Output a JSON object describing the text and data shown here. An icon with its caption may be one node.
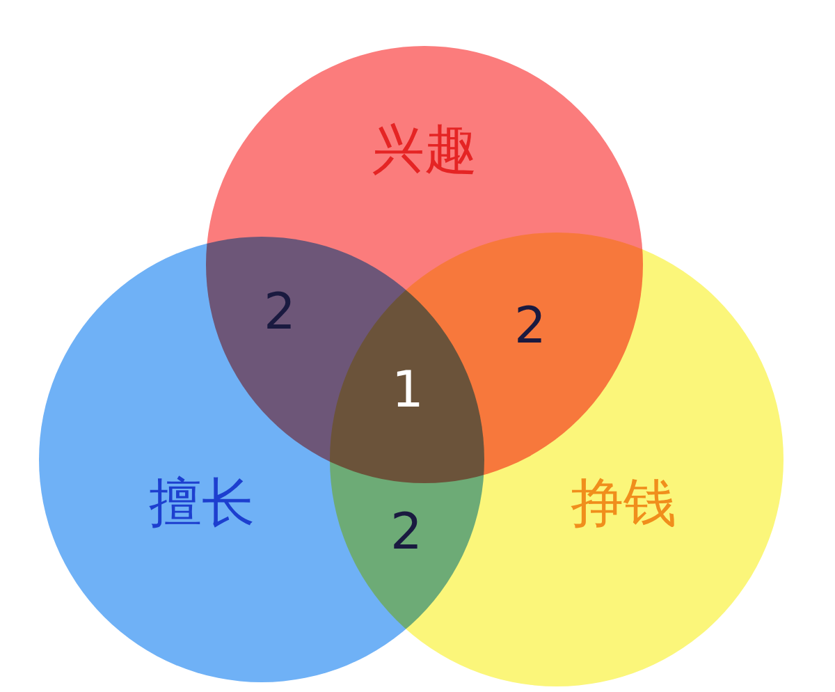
{
  "diagram": {
    "nodes": [
      {
        "text": [
          "兴趣"
        ]
      },
      {
        "text": [
          "擅长"
        ]
      },
      {
        "text": [
          "挣钱"
        ]
      }
    ],
    "labels": [
      "2",
      "2",
      "1",
      "2"
    ]
  }
}
